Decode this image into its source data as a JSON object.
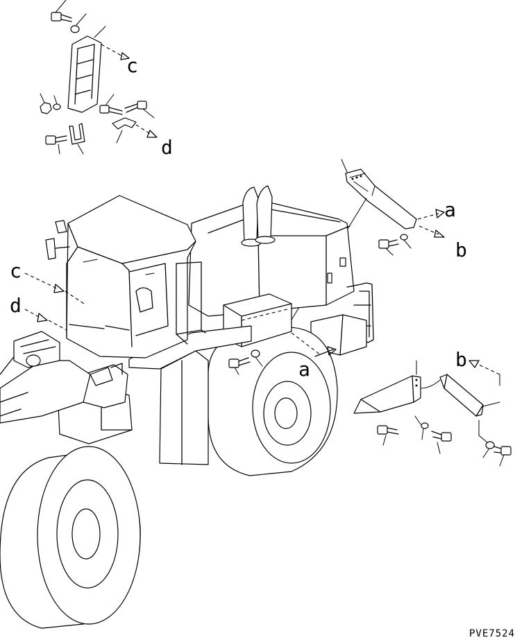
{
  "callouts": {
    "a": "a",
    "b": "b",
    "c": "c",
    "d": "d"
  },
  "figure_code": "PVE7524"
}
